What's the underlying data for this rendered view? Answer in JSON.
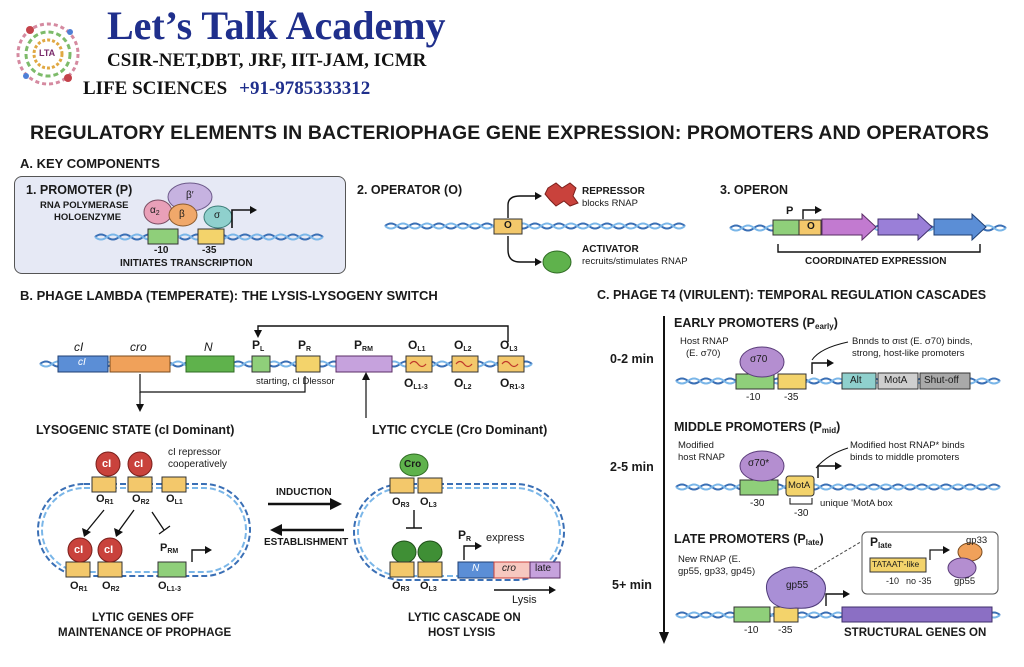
{
  "header": {
    "title": "Let’s Talk Academy",
    "subtitle": "CSIR-NET,DBT, JRF, IIT-JAM, ICMR",
    "line3": "LIFE SCIENCES",
    "phone": "+91-9785333312",
    "logo_text": "LTA"
  },
  "main_title": "REGULATORY ELEMENTS IN BACTERIOPHAGE GENE EXPRESSION: PROMOTERS AND OPERATORS",
  "section_a": {
    "title": "A. KEY COMPONENTS",
    "promoter": {
      "title": "1. PROMOTER (P)",
      "rnap_label_1": "RNA POLYMERASE",
      "rnap_label_2": "HOLOENZYME",
      "alpha": "α",
      "alpha_sub": "2",
      "beta_prime": "β′",
      "beta": "β",
      "sigma": "σ",
      "minus10": "-10",
      "minus35": "-35",
      "caption": "INITIATES TRANSCRIPTION"
    },
    "operator": {
      "title": "2. OPERATOR (O)",
      "o_label": "O",
      "repressor": "REPRESSOR",
      "repressor_desc": "blocks RNAP",
      "activator": "ACTIVATOR",
      "activator_desc": "recruits/stimulates RNAP"
    },
    "operon": {
      "title": "3. OPERON",
      "p_label": "P",
      "o_label": "O",
      "caption": "COORDINATED EXPRESSION"
    }
  },
  "section_b": {
    "title": "B. PHAGE LAMBDA (TEMPERATE): THE LYSIS-LYSOGENY SWITCH",
    "genes": {
      "ci_top": "cI",
      "ci_in": "cI",
      "cro": "cro",
      "n": "N",
      "pl": "P",
      "pl_sub": "L",
      "pr": "P",
      "pr_sub": "R",
      "prm": "P",
      "prm_sub": "RM",
      "ol1": "O",
      "ol1_sub": "L1",
      "ol2": "O",
      "ol2_sub": "L2",
      "ol3": "O",
      "ol3_sub": "L3",
      "ol13": "O",
      "ol13_sub": "L1-3",
      "ol2b": "O",
      "ol2b_sub": "L2",
      "or13": "O",
      "or13_sub": "R1-3",
      "note": "starting, cI Dlessor"
    },
    "lysogenic": {
      "title": "LYSOGENIC STATE (cI Dominant)",
      "repressor_note_1": "cI repressor",
      "repressor_note_2": "cooperatively",
      "ci": "cI",
      "or1": "O",
      "or1_sub": "R1",
      "or2": "O",
      "or2_sub": "R2",
      "ol1": "O",
      "ol1_sub": "L1",
      "prm": "P",
      "prm_sub": "RM",
      "ol13": "O",
      "ol13_sub": "L1-3",
      "caption_1": "LYTIC GENES OFF",
      "caption_2": "MAINTENANCE OF PROPHAGE"
    },
    "induction": "INDUCTION",
    "establishment": "ESTABLISHMENT",
    "lytic": {
      "title": "LYTIC CYCLE (Cro Dominant)",
      "cro": "Cro",
      "or3": "O",
      "or3_sub": "R3",
      "ol3": "O",
      "ol3_sub": "L3",
      "pr": "P",
      "pr_sub": "R",
      "express": "express",
      "n": "N",
      "cro_gene": "cro",
      "late": "late",
      "lysis": "Lysis",
      "caption_1": "LYTIC CASCADE ON",
      "caption_2": "HOST LYSIS"
    }
  },
  "section_c": {
    "title": "C. PHAGE T4 (VIRULENT): TEMPORAL REGULATION CASCADES",
    "early": {
      "time": "0-2 min",
      "title": "EARLY PROMOTERS (P",
      "title_sub": "early",
      "host_1": "Host RNAP",
      "host_2": "(E. σ70)",
      "sigma": "σ70",
      "note_1": "Bnnds to σιst (E. σ70) binds,",
      "note_2": "strong, host-like promoters",
      "minus10": "-10",
      "minus35": "-35",
      "genes": [
        "Alt",
        "MotA",
        "Shut-off"
      ]
    },
    "middle": {
      "time": "2-5 min",
      "title": "MIDDLE PROMOTERS (P",
      "title_sub": "mid",
      "host_1": "Modified",
      "host_2": "host RNAP",
      "sigma": "σ70*",
      "mota": "MotA",
      "note_1": "Modified host RNAP* binds",
      "note_2": "binds to middle promoters",
      "minus30a": "-30",
      "minus30b": "-30",
      "box_note": "unique 'MotA box"
    },
    "late": {
      "time": "5+ min",
      "title": "LATE PROMOTERS (P",
      "title_sub": "late",
      "rnap_1": "New RNAP (E.",
      "rnap_2": "gp55, gp33, gp45)",
      "gp55": "gp55",
      "minus10": "-10",
      "minus35": "-35",
      "caption": "STRUCTURAL GENES ON",
      "inset_title": "P",
      "inset_sub": "late",
      "tataat": "TATAAT'-like",
      "inset_m10": "-10",
      "inset_no35": "no -35",
      "gp33": "gp33",
      "gp55b": "gp55"
    }
  },
  "colors": {
    "navy": "#1f2f8c",
    "promoter_bg": "#e6e9f5",
    "operator_bg": "#f7efdd",
    "operon_bg": "#e6f1e0",
    "lysogenic_bg": "#dbe7f4",
    "lytic_bg": "#f7dede",
    "early_bg": "#e3edf7",
    "middle_bg": "#e4f0dc",
    "late_bg": "#e8e0f2",
    "green_gene": "#8fcf7a",
    "yellow_box": "#f3d36b",
    "blue_gene": "#5b8ed6",
    "orange_gene": "#f0a15a",
    "purple_gene": "#b184c8",
    "red_protein": "#c9423c"
  }
}
